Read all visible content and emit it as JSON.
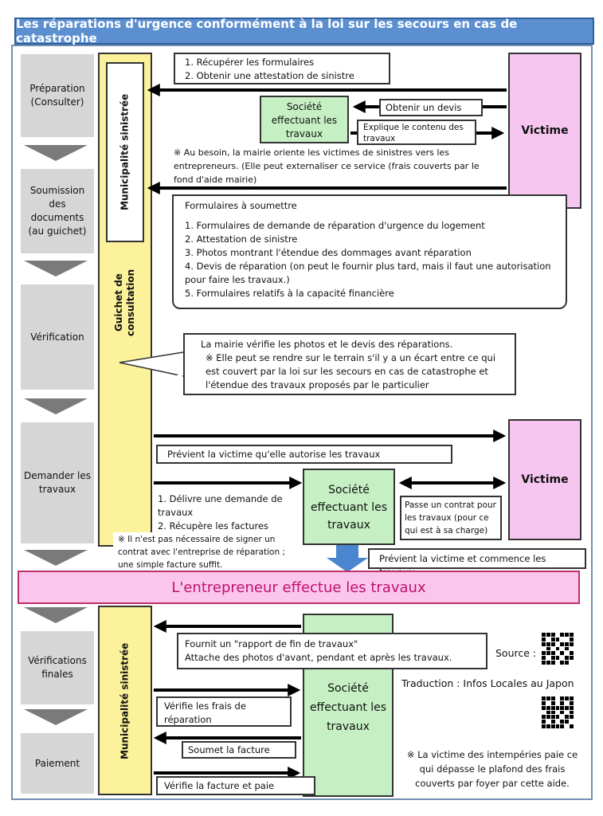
{
  "title": "Les réparations d'urgence conformément à la loi sur les secours en cas de catastrophe",
  "steps": {
    "preparation": "Préparation (Consulter)",
    "soumission": "Soumission des documents (au guichet)",
    "verification": "Vérification",
    "demander": "Demander les travaux",
    "verif_finales": "Vérifications finales",
    "paiement": "Paiement"
  },
  "actors": {
    "municipalite": "Municipalité sinistrée",
    "guichet": "Guichet de consultation",
    "victime": "Victime",
    "societe": "Société effectuant les travaux",
    "municipalite2": "Municipalité sinistrée"
  },
  "boxes": {
    "recuperer": "1. Récupérer les formulaires",
    "obtenir_attestation": "2. Obtenir une attestation de sinistre",
    "obtenir_devis": "Obtenir un devis",
    "explique": "Explique le contenu des travaux",
    "note_besoin": "※ Au besoin, la mairie oriente les victimes de sinistres vers les entrepreneurs. (Elle peut externaliser ce service (frais couverts par le fond d'aide mairie)",
    "formulaires_title": "Formulaires à soumettre",
    "formulaires": [
      "1. Formulaires de demande de réparation d'urgence du logement",
      "2. Attestation de sinistre",
      "3. Photos montrant l'étendue des dommages avant réparation",
      "4. Devis de réparation (on peut le fournir plus tard, mais il faut une autorisation pour faire les travaux.)",
      "5. Formulaires relatifs à la capacité financière"
    ],
    "verif_line1": "La mairie vérifie les photos et le devis des réparations.",
    "verif_line2": "※ Elle peut se rendre sur le terrain s'il y a un écart entre ce qui est couvert par la loi sur les secours en cas de catastrophe et l'étendue des travaux proposés par le particulier",
    "previent_autorise": "Prévient la victime qu'elle autorise les travaux",
    "delivre": "1. Délivre une demande de travaux",
    "recupere_factures": "2. Récupère les factures",
    "passe_contrat": "Passe un contrat pour les travaux (pour ce qui est à sa charge)",
    "note_contrat": "※ Il n'est pas nécessaire de signer un contrat avec l'entreprise de réparation ; une simple facture suffit.",
    "previent_commence": "Prévient la victime et commence les travaux",
    "entrepreneur": "L'entrepreneur effectue les travaux",
    "fournit_line1": "Fournit un \"rapport de fin de travaux\"",
    "fournit_line2": "Attache des photos d'avant, pendant et après les travaux.",
    "verifie_frais": "Vérifie les frais de réparation",
    "soumet_facture": "Soumet la facture",
    "verifie_facture": "Vérifie la facture et paie",
    "source": "Source :",
    "traduction": "Traduction : Infos Locales au Japon",
    "note_paie": "※ La victime des intempéries paie ce qui dépasse le plafond des frais couverts  par foyer par cette aide."
  }
}
